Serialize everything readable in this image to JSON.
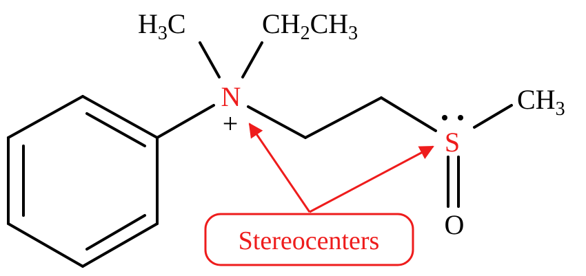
{
  "molecule": {
    "methyl_left": {
      "main": "H",
      "sub": "3",
      "tail": "C"
    },
    "ethyl": {
      "a": "CH",
      "a_sub": "2",
      "b": "CH",
      "b_sub": "3"
    },
    "methyl_right": {
      "main": "CH",
      "sub": "3"
    },
    "nitrogen": "N",
    "charge": "+",
    "sulfur": "S",
    "oxygen": "O"
  },
  "callout": {
    "label": "Stereocenters"
  },
  "colors": {
    "bond": "#000000",
    "highlight": "#ee1c1c"
  }
}
